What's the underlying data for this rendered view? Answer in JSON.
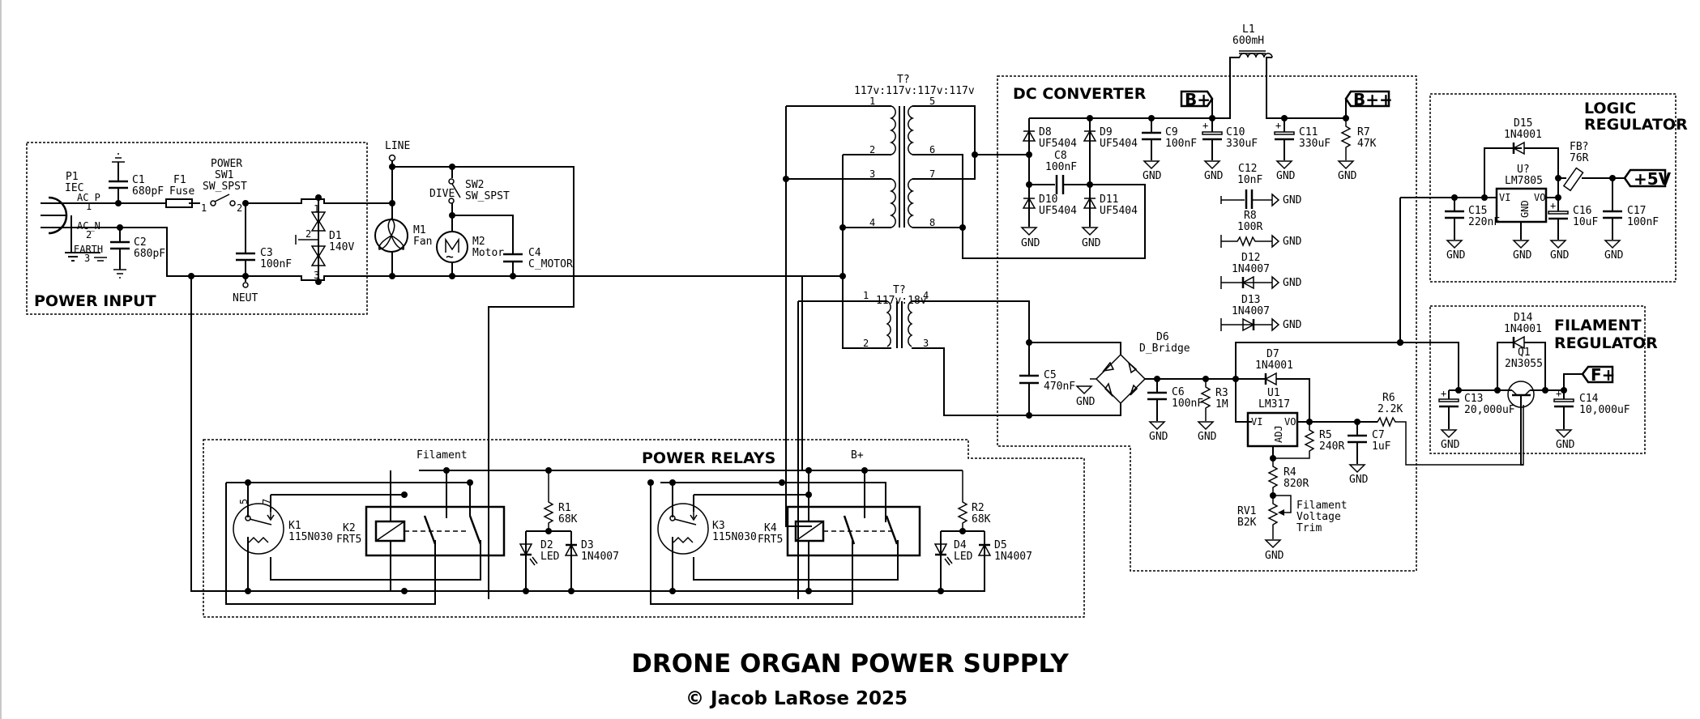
{
  "title": "DRONE ORGAN POWER SUPPLY",
  "copyright": "© Jacob LaRose 2025",
  "sections": {
    "power_input": "POWER INPUT",
    "dc_converter": "DC CONVERTER",
    "logic_regulator_1": "LOGIC",
    "logic_regulator_2": "REGULATOR",
    "filament_regulator_1": "FILAMENT",
    "filament_regulator_2": "REGULATOR",
    "power_relays": "POWER RELAYS"
  },
  "power_input": {
    "P1": {
      "ref": "P1",
      "value": "IEC",
      "pin1": "AC_P",
      "pin1_num": "1",
      "pin2": "AC_N",
      "pin2_num": "2",
      "pin3": "EARTH",
      "pin3_num": "3"
    },
    "C1": {
      "ref": "C1",
      "value": "680pF"
    },
    "C2": {
      "ref": "C2",
      "value": "680pF"
    },
    "F1": {
      "ref": "F1",
      "value": "Fuse"
    },
    "SW1": {
      "label": "POWER",
      "ref": "SW1",
      "value": "SW_SPST",
      "pin1": "1",
      "pin2": "2"
    },
    "C3": {
      "ref": "C3",
      "value": "100nF"
    },
    "D1": {
      "ref": "D1",
      "value": "140V",
      "pin1": "1",
      "pin2": "2",
      "pin3": "3"
    },
    "neut": "NEUT"
  },
  "motors": {
    "line": "LINE",
    "M1": {
      "ref": "M1",
      "value": "Fan"
    },
    "SW2": {
      "label": "DIVE",
      "ref": "SW2",
      "value": "SW_SPST"
    },
    "M2": {
      "ref": "M2",
      "value": "Motor"
    },
    "C4": {
      "ref": "C4",
      "value": "C_MOTOR"
    }
  },
  "transformers": {
    "T1": {
      "ref": "T?",
      "value": "117v:117v:117v:117v",
      "pins": [
        "1",
        "2",
        "3",
        "4",
        "5",
        "6",
        "7",
        "8"
      ]
    },
    "T2": {
      "ref": "T?",
      "value": "117v:18v",
      "pins": [
        "1",
        "2",
        "3",
        "4"
      ]
    }
  },
  "dc_converter": {
    "flag_bplus": "B+",
    "flag_bplusplus": "B++",
    "L1": {
      "ref": "L1",
      "value": "600mH"
    },
    "D8": {
      "ref": "D8",
      "value": "UF5404"
    },
    "D9": {
      "ref": "D9",
      "value": "UF5404"
    },
    "D10": {
      "ref": "D10",
      "value": "UF5404"
    },
    "D11": {
      "ref": "D11",
      "value": "UF5404"
    },
    "C8": {
      "ref": "C8",
      "value": "100nF"
    },
    "C9": {
      "ref": "C9",
      "value": "100nF"
    },
    "C10": {
      "ref": "C10",
      "value": "330uF"
    },
    "C11": {
      "ref": "C11",
      "value": "330uF"
    },
    "R7": {
      "ref": "R7",
      "value": "47K"
    },
    "C12": {
      "ref": "C12",
      "value": "10nF"
    },
    "R8": {
      "ref": "R8",
      "value": "100R"
    },
    "D12": {
      "ref": "D12",
      "value": "1N4007"
    },
    "D13": {
      "ref": "D13",
      "value": "1N4007"
    },
    "C5": {
      "ref": "C5",
      "value": "470nF"
    },
    "D6": {
      "ref": "D6",
      "value": "D_Bridge"
    },
    "C6": {
      "ref": "C6",
      "value": "100nF"
    },
    "R3": {
      "ref": "R3",
      "value": "1M"
    },
    "D7": {
      "ref": "D7",
      "value": "1N4001"
    },
    "U1": {
      "ref": "U1",
      "value": "LM317",
      "vi": "VI",
      "vo": "VO",
      "adj": "ADJ"
    },
    "R5": {
      "ref": "R5",
      "value": "240R"
    },
    "R4": {
      "ref": "R4",
      "value": "820R"
    },
    "RV1": {
      "ref": "RV1",
      "value": "B2K",
      "note1": "Filament",
      "note2": "Voltage",
      "note3": "Trim"
    },
    "C7": {
      "ref": "C7",
      "value": "1uF"
    },
    "R6": {
      "ref": "R6",
      "value": "2.2K"
    },
    "gnd": "GND"
  },
  "logic_regulator": {
    "D15": {
      "ref": "D15",
      "value": "1N4001"
    },
    "U2": {
      "ref": "U?",
      "value": "LM7805",
      "vi": "VI",
      "vo": "VO",
      "gnd": "GND"
    },
    "FB": {
      "ref": "FB?",
      "value": "76R"
    },
    "flag_5v": "+5V",
    "C15": {
      "ref": "C15",
      "value": "220nF"
    },
    "C16": {
      "ref": "C16",
      "value": "10uF"
    },
    "C17": {
      "ref": "C17",
      "value": "100nF"
    }
  },
  "filament_regulator": {
    "D14": {
      "ref": "D14",
      "value": "1N4001"
    },
    "Q1": {
      "ref": "Q1",
      "value": "2N3055"
    },
    "flag_f": "F+",
    "C13": {
      "ref": "C13",
      "value": "20,000uF"
    },
    "C14": {
      "ref": "C14",
      "value": "10,000uF"
    }
  },
  "power_relays": {
    "group1": "Filament",
    "group2": "B+",
    "K1": {
      "ref": "K1",
      "value": "115N030"
    },
    "K2": {
      "ref": "K2",
      "value": "FRT5"
    },
    "K3": {
      "ref": "K3",
      "value": "115N030"
    },
    "K4": {
      "ref": "K4",
      "value": "FRT5"
    },
    "R1": {
      "ref": "R1",
      "value": "68K"
    },
    "R2": {
      "ref": "R2",
      "value": "68K"
    },
    "D2": {
      "ref": "D2",
      "value": "LED"
    },
    "D3": {
      "ref": "D3",
      "value": "1N4007"
    },
    "D4": {
      "ref": "D4",
      "value": "LED"
    },
    "D5": {
      "ref": "D5",
      "value": "1N4007"
    }
  }
}
